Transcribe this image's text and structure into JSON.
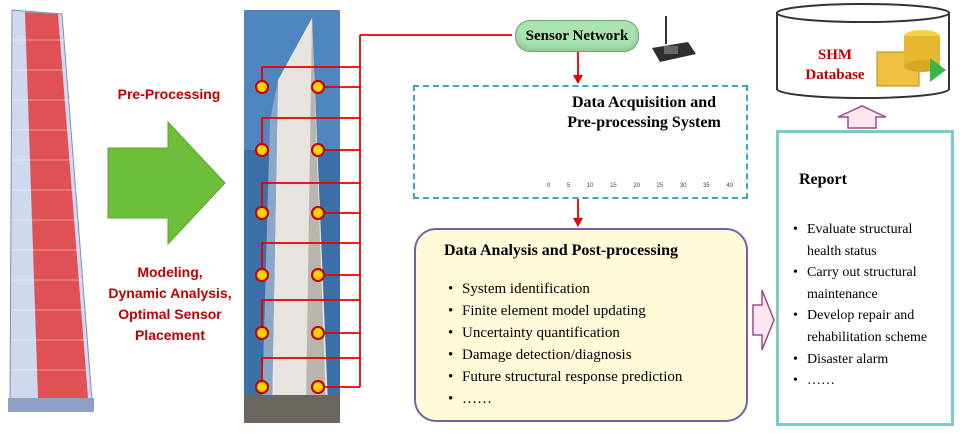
{
  "left": {
    "pre_processing": "Pre-Processing",
    "modeling": [
      "Modeling,",
      "Dynamic Analysis,",
      "Optimal Sensor",
      "Placement"
    ]
  },
  "sensor_network": {
    "label": "Sensor Network"
  },
  "daq": {
    "title_line1": "Data Acquisition and",
    "title_line2": "Pre-processing System",
    "plot_ticks": [
      "0",
      "5",
      "10",
      "15",
      "20",
      "25",
      "30",
      "35",
      "40"
    ]
  },
  "post": {
    "title": "Data Analysis and Post-processing",
    "items": [
      "System identification",
      "Finite element model updating",
      "Uncertainty quantification",
      "Damage detection/diagnosis",
      "Future structural response prediction",
      "……"
    ]
  },
  "database": {
    "line1": "SHM",
    "line2": "Database"
  },
  "report": {
    "title": "Report",
    "items": [
      "Evaluate structural health status",
      "Carry out structural maintenance",
      "Develop repair and rehabilitation scheme",
      "Disaster alarm",
      "……"
    ]
  },
  "colors": {
    "wire": "#e60000",
    "sensor": "#ffd000",
    "arrow_green": "#6dbf3a",
    "accent_red": "#c00000"
  }
}
